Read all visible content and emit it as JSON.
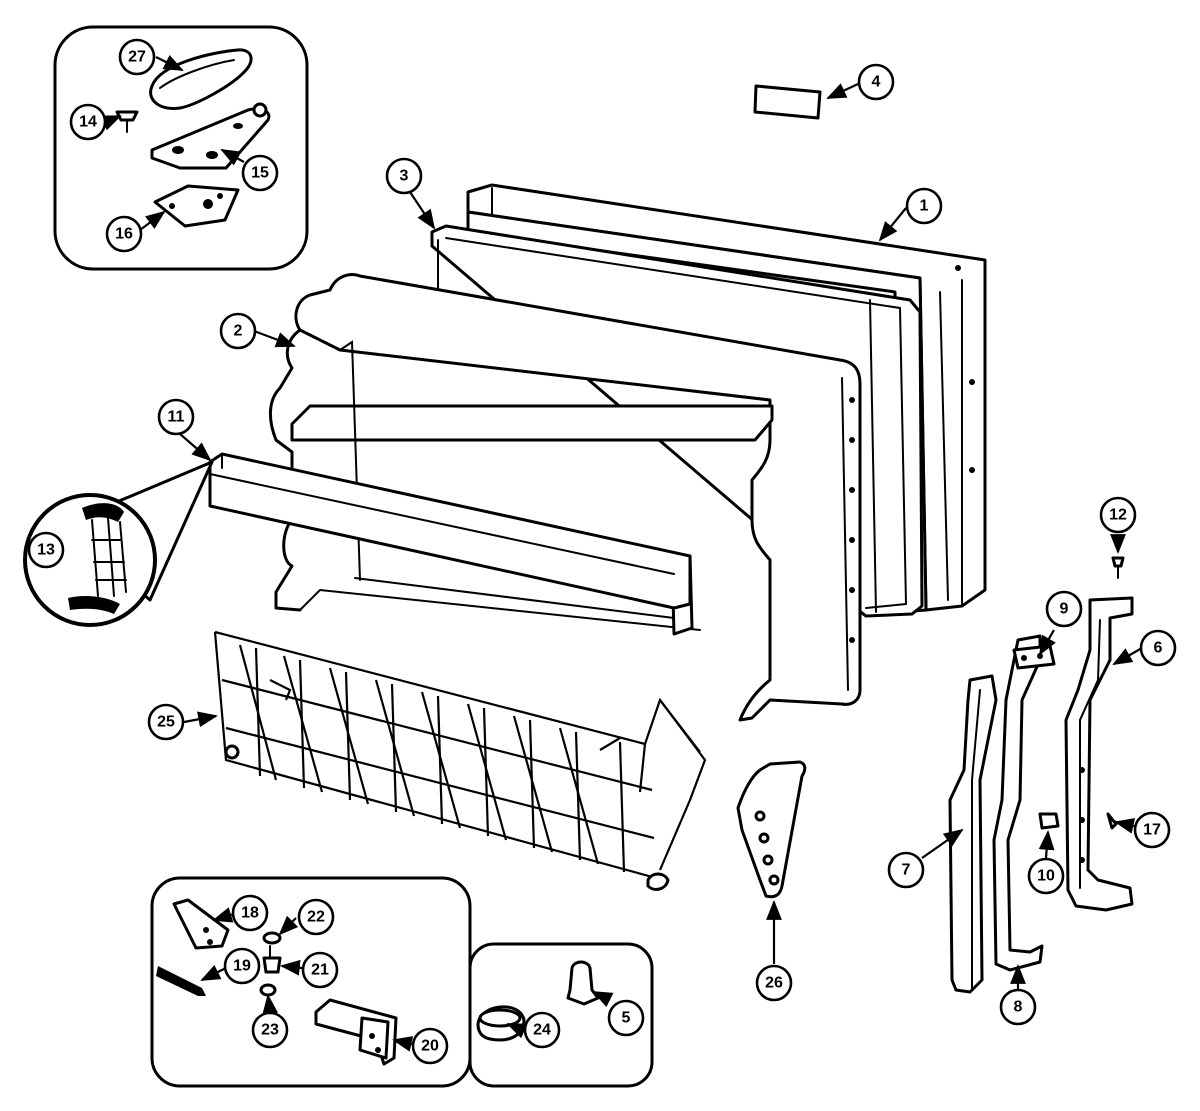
{
  "callouts": [
    {
      "id": "c1",
      "label": "1"
    },
    {
      "id": "c2",
      "label": "2"
    },
    {
      "id": "c3",
      "label": "3"
    },
    {
      "id": "c4",
      "label": "4"
    },
    {
      "id": "c5",
      "label": "5"
    },
    {
      "id": "c6",
      "label": "6"
    },
    {
      "id": "c7",
      "label": "7"
    },
    {
      "id": "c8",
      "label": "8"
    },
    {
      "id": "c9",
      "label": "9"
    },
    {
      "id": "c10",
      "label": "10"
    },
    {
      "id": "c11",
      "label": "11"
    },
    {
      "id": "c12",
      "label": "12"
    },
    {
      "id": "c13",
      "label": "13"
    },
    {
      "id": "c14",
      "label": "14"
    },
    {
      "id": "c15",
      "label": "15"
    },
    {
      "id": "c16",
      "label": "16"
    },
    {
      "id": "c17",
      "label": "17"
    },
    {
      "id": "c18",
      "label": "18"
    },
    {
      "id": "c19",
      "label": "19"
    },
    {
      "id": "c20",
      "label": "20"
    },
    {
      "id": "c21",
      "label": "21"
    },
    {
      "id": "c22",
      "label": "22"
    },
    {
      "id": "c23",
      "label": "23"
    },
    {
      "id": "c24",
      "label": "24"
    },
    {
      "id": "c25",
      "label": "25"
    },
    {
      "id": "c26",
      "label": "26"
    },
    {
      "id": "c27",
      "label": "27"
    }
  ],
  "colors": {
    "line": "#000000",
    "background": "#ffffff"
  }
}
